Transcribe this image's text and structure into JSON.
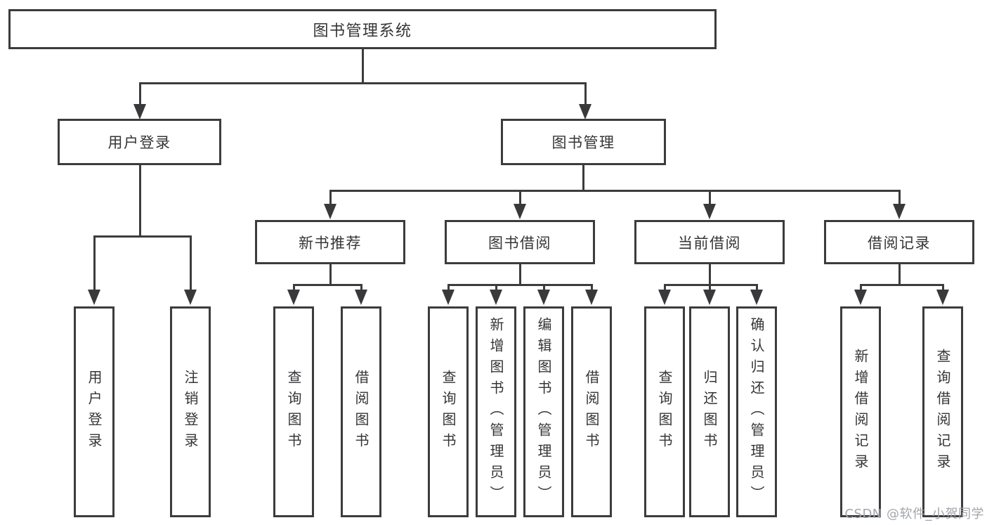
{
  "diagram": {
    "root": "图书管理系统",
    "user_login": {
      "label": "用户登录",
      "children": [
        "用户登录",
        "注销登录"
      ]
    },
    "book_management": {
      "label": "图书管理",
      "modules": [
        {
          "label": "新书推荐",
          "children": [
            "查询图书",
            "借阅图书"
          ]
        },
        {
          "label": "图书借阅",
          "children": [
            "查询图书",
            "新增图书（管理员）",
            "编辑图书（管理员）",
            "借阅图书"
          ]
        },
        {
          "label": "当前借阅",
          "children": [
            "查询图书",
            "归还图书",
            "确认归还（管理员）"
          ]
        },
        {
          "label": "借阅记录",
          "children": [
            "新增借阅记录",
            "查询借阅记录"
          ]
        }
      ]
    }
  },
  "watermark": "CSDN @软件_小贺同学",
  "colors": {
    "line": "#3c3c3e",
    "text": "#353538",
    "watermark": "#a2a5aa",
    "background": "#ffffff"
  }
}
